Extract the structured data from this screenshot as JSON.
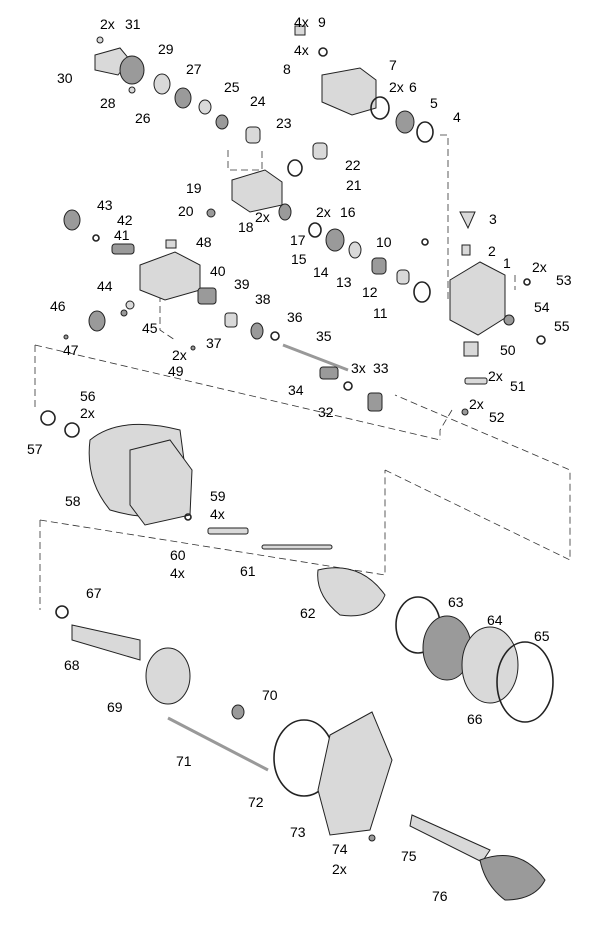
{
  "diagram": {
    "type": "exploded-parts-view",
    "callouts": [
      {
        "id": "31",
        "qty": "2x"
      },
      {
        "id": "29"
      },
      {
        "id": "30"
      },
      {
        "id": "27"
      },
      {
        "id": "28"
      },
      {
        "id": "26"
      },
      {
        "id": "25"
      },
      {
        "id": "24"
      },
      {
        "id": "23"
      },
      {
        "id": "9",
        "qty": "4x"
      },
      {
        "id": "8",
        "qty": "4x"
      },
      {
        "id": "7"
      },
      {
        "id": "6",
        "qty": "2x"
      },
      {
        "id": "5"
      },
      {
        "id": "4"
      },
      {
        "id": "22"
      },
      {
        "id": "21"
      },
      {
        "id": "19"
      },
      {
        "id": "20"
      },
      {
        "id": "18",
        "qty": "2x"
      },
      {
        "id": "16",
        "qty": "2x"
      },
      {
        "id": "17"
      },
      {
        "id": "15"
      },
      {
        "id": "14"
      },
      {
        "id": "10"
      },
      {
        "id": "3"
      },
      {
        "id": "2"
      },
      {
        "id": "1"
      },
      {
        "id": "53",
        "qty": "2x"
      },
      {
        "id": "13"
      },
      {
        "id": "12"
      },
      {
        "id": "11"
      },
      {
        "id": "54"
      },
      {
        "id": "55"
      },
      {
        "id": "50"
      },
      {
        "id": "51",
        "qty": "2x"
      },
      {
        "id": "52",
        "qty": "2x"
      },
      {
        "id": "43"
      },
      {
        "id": "42"
      },
      {
        "id": "41"
      },
      {
        "id": "48"
      },
      {
        "id": "40"
      },
      {
        "id": "44"
      },
      {
        "id": "39"
      },
      {
        "id": "38"
      },
      {
        "id": "46"
      },
      {
        "id": "45"
      },
      {
        "id": "36"
      },
      {
        "id": "35"
      },
      {
        "id": "47"
      },
      {
        "id": "37"
      },
      {
        "id": "49",
        "qty": "2x"
      },
      {
        "id": "34"
      },
      {
        "id": "33",
        "qty": "3x"
      },
      {
        "id": "32"
      },
      {
        "id": "56",
        "qty": "2x"
      },
      {
        "id": "57"
      },
      {
        "id": "58"
      },
      {
        "id": "59",
        "qty": "4x"
      },
      {
        "id": "60",
        "qty": "4x"
      },
      {
        "id": "61"
      },
      {
        "id": "62"
      },
      {
        "id": "63"
      },
      {
        "id": "64"
      },
      {
        "id": "65"
      },
      {
        "id": "66"
      },
      {
        "id": "67"
      },
      {
        "id": "68"
      },
      {
        "id": "69"
      },
      {
        "id": "70"
      },
      {
        "id": "71"
      },
      {
        "id": "72"
      },
      {
        "id": "73"
      },
      {
        "id": "74",
        "qty": "2x"
      },
      {
        "id": "75"
      },
      {
        "id": "76"
      }
    ]
  }
}
